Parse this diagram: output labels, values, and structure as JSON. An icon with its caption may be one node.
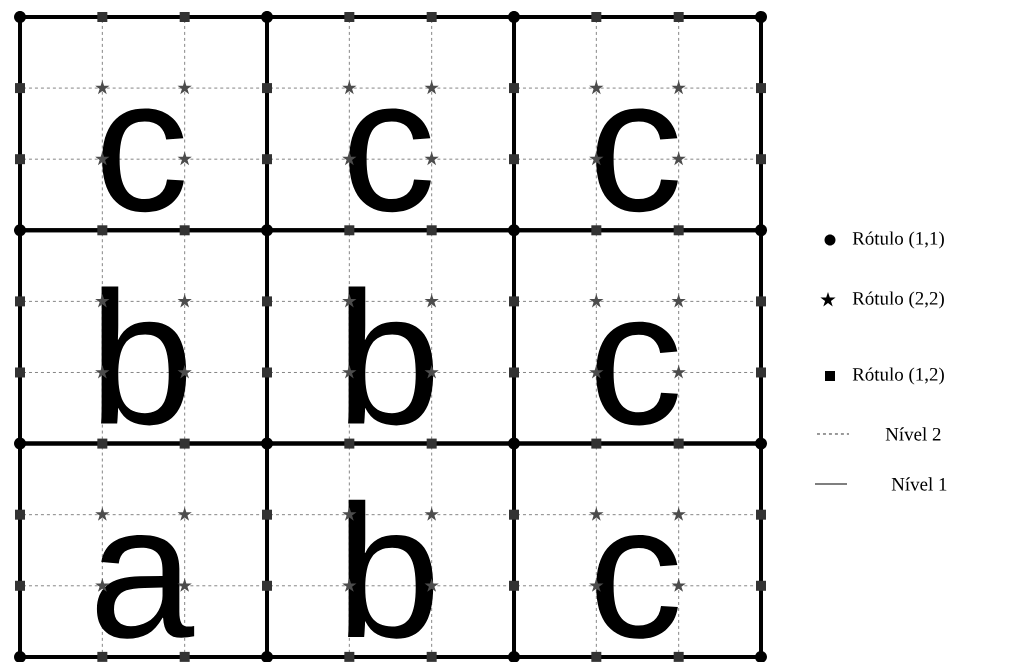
{
  "diagram": {
    "nodes": [
      {
        "text": [
          "c"
        ]
      },
      {
        "text": [
          "c"
        ]
      },
      {
        "text": [
          "c"
        ]
      },
      {
        "text": [
          "b"
        ]
      },
      {
        "text": [
          "b"
        ]
      },
      {
        "text": [
          "c"
        ]
      },
      {
        "text": [
          "a"
        ]
      },
      {
        "text": [
          "b"
        ]
      },
      {
        "text": [
          "c"
        ]
      }
    ],
    "legend": [
      {
        "text": "Rótulo (1,1)"
      },
      {
        "text": "Rótulo (2,2)"
      },
      {
        "text": "Rótulo (1,2)"
      },
      {
        "text": "Nível 2"
      },
      {
        "text": "Nível 1"
      }
    ]
  }
}
